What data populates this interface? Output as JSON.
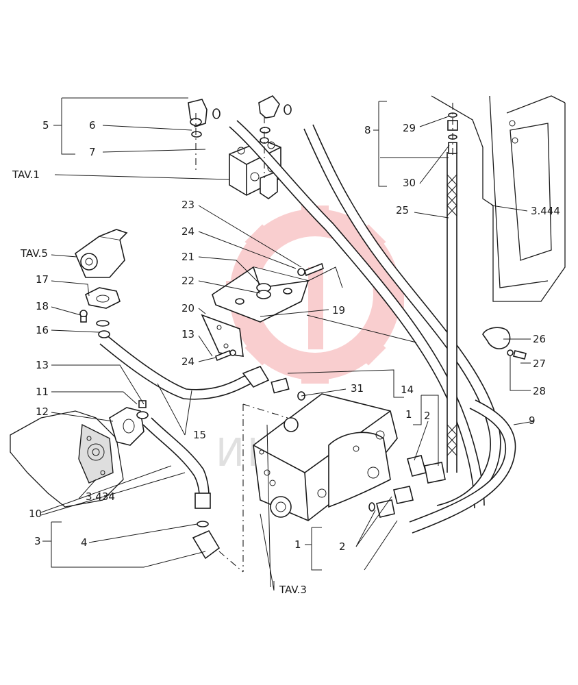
{
  "watermark": {
    "text": "ИНТЕХ",
    "color": "#e8262a"
  },
  "callouts": [
    {
      "id": "c5",
      "text": "5"
    },
    {
      "id": "c6",
      "text": "6"
    },
    {
      "id": "c7",
      "text": "7"
    },
    {
      "id": "tav1",
      "text": "TAV.1"
    },
    {
      "id": "c8",
      "text": "8"
    },
    {
      "id": "c29",
      "text": "29"
    },
    {
      "id": "c30",
      "text": "30"
    },
    {
      "id": "c25",
      "text": "25"
    },
    {
      "id": "c3444",
      "text": "3.444"
    },
    {
      "id": "c23",
      "text": "23"
    },
    {
      "id": "c24a",
      "text": "24"
    },
    {
      "id": "c21",
      "text": "21"
    },
    {
      "id": "c22",
      "text": "22"
    },
    {
      "id": "c20",
      "text": "20"
    },
    {
      "id": "c19",
      "text": "19"
    },
    {
      "id": "c13a",
      "text": "13"
    },
    {
      "id": "c24b",
      "text": "24"
    },
    {
      "id": "tav5",
      "text": "TAV.5"
    },
    {
      "id": "c17",
      "text": "17"
    },
    {
      "id": "c18",
      "text": "18"
    },
    {
      "id": "c16",
      "text": "16"
    },
    {
      "id": "c13b",
      "text": "13"
    },
    {
      "id": "c14",
      "text": "14"
    },
    {
      "id": "c31",
      "text": "31"
    },
    {
      "id": "c11",
      "text": "11"
    },
    {
      "id": "c12",
      "text": "12"
    },
    {
      "id": "c15",
      "text": "15"
    },
    {
      "id": "c26",
      "text": "26"
    },
    {
      "id": "c27",
      "text": "27"
    },
    {
      "id": "c28",
      "text": "28"
    },
    {
      "id": "c1a",
      "text": "1"
    },
    {
      "id": "c2a",
      "text": "2"
    },
    {
      "id": "c9",
      "text": "9"
    },
    {
      "id": "c3434",
      "text": "3.434"
    },
    {
      "id": "c10",
      "text": "10"
    },
    {
      "id": "c3",
      "text": "3"
    },
    {
      "id": "c4",
      "text": "4"
    },
    {
      "id": "c1b",
      "text": "1"
    },
    {
      "id": "c2b",
      "text": "2"
    },
    {
      "id": "tav3",
      "text": "TAV.3"
    }
  ]
}
